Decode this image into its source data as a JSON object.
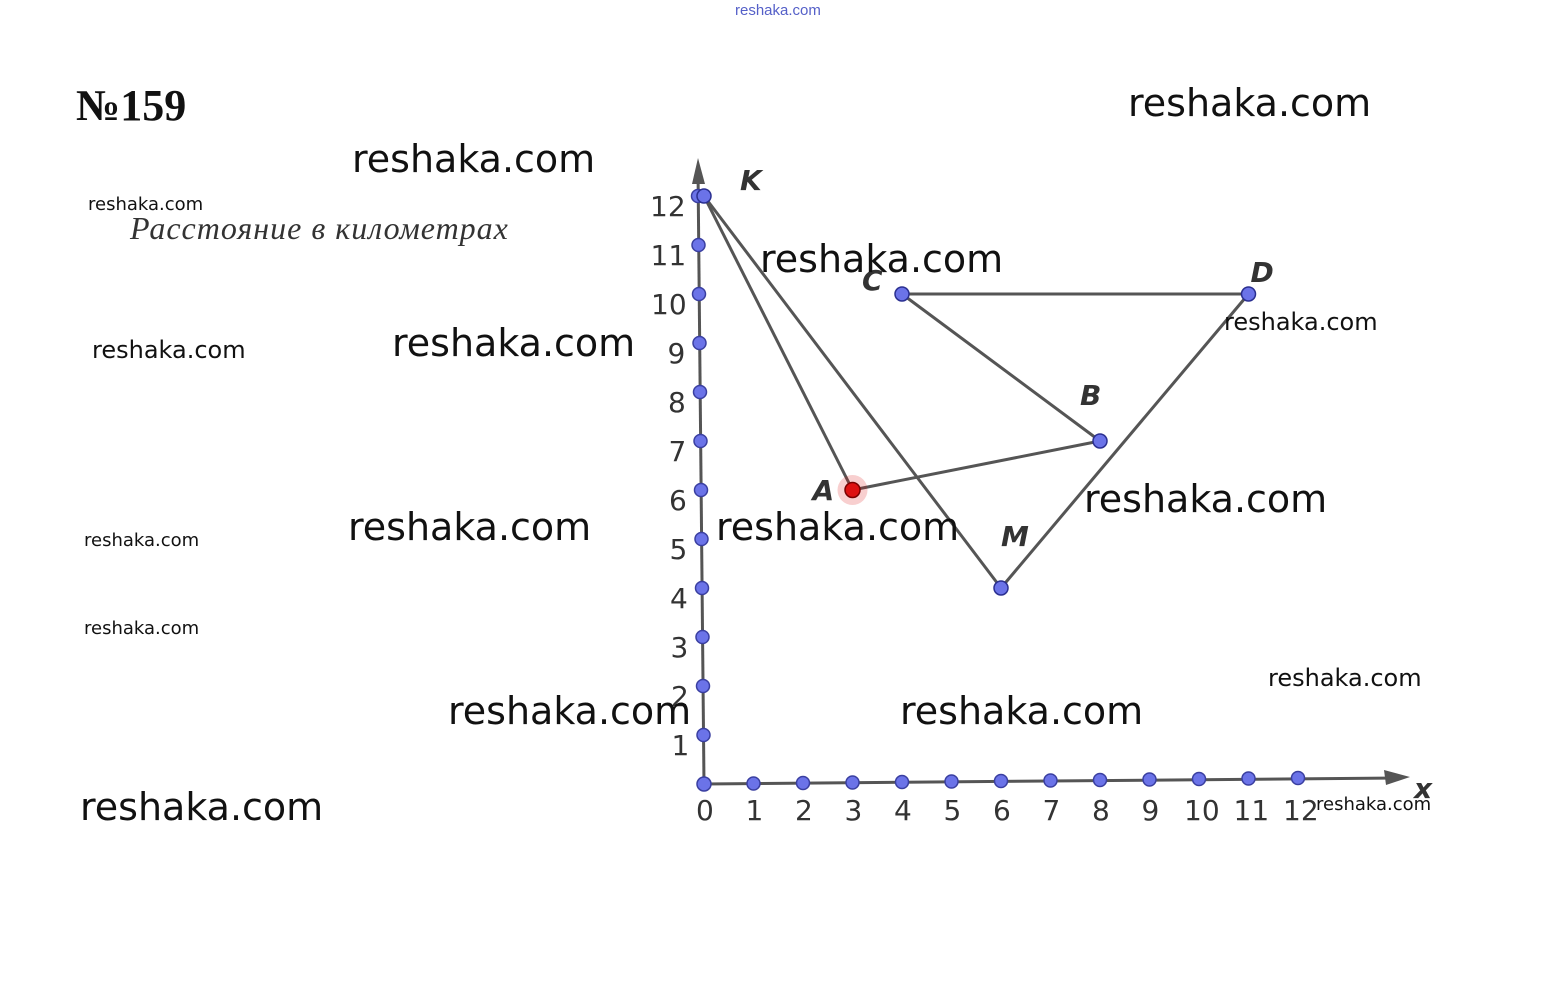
{
  "header": {
    "task_number": "№159",
    "distance_label": "Расстояние в километрах"
  },
  "watermarks": {
    "top": "reshaka.com",
    "text": "reshaka.com"
  },
  "colors": {
    "axis": "#555555",
    "segment": "#555555",
    "tick_point": "#6b73e8",
    "highlight": "#dd1111"
  },
  "chart_data": {
    "type": "scatter",
    "x_axis": {
      "name": "x",
      "ticks": [
        0,
        1,
        2,
        3,
        4,
        5,
        6,
        7,
        8,
        9,
        10,
        11,
        12
      ]
    },
    "y_axis": {
      "ticks": [
        1,
        2,
        3,
        4,
        5,
        6,
        7,
        8,
        9,
        10,
        11,
        12
      ]
    },
    "points": [
      {
        "name": "K",
        "x": 0,
        "y": 12
      },
      {
        "name": "C",
        "x": 4,
        "y": 10
      },
      {
        "name": "D",
        "x": 11,
        "y": 10
      },
      {
        "name": "B",
        "x": 8,
        "y": 7
      },
      {
        "name": "A",
        "x": 3,
        "y": 6,
        "highlight": true
      },
      {
        "name": "M",
        "x": 6,
        "y": 4
      }
    ],
    "segments": [
      [
        "K",
        "A"
      ],
      [
        "A",
        "B"
      ],
      [
        "B",
        "C"
      ],
      [
        "C",
        "D"
      ],
      [
        "D",
        "M"
      ],
      [
        "M",
        "K"
      ]
    ]
  }
}
